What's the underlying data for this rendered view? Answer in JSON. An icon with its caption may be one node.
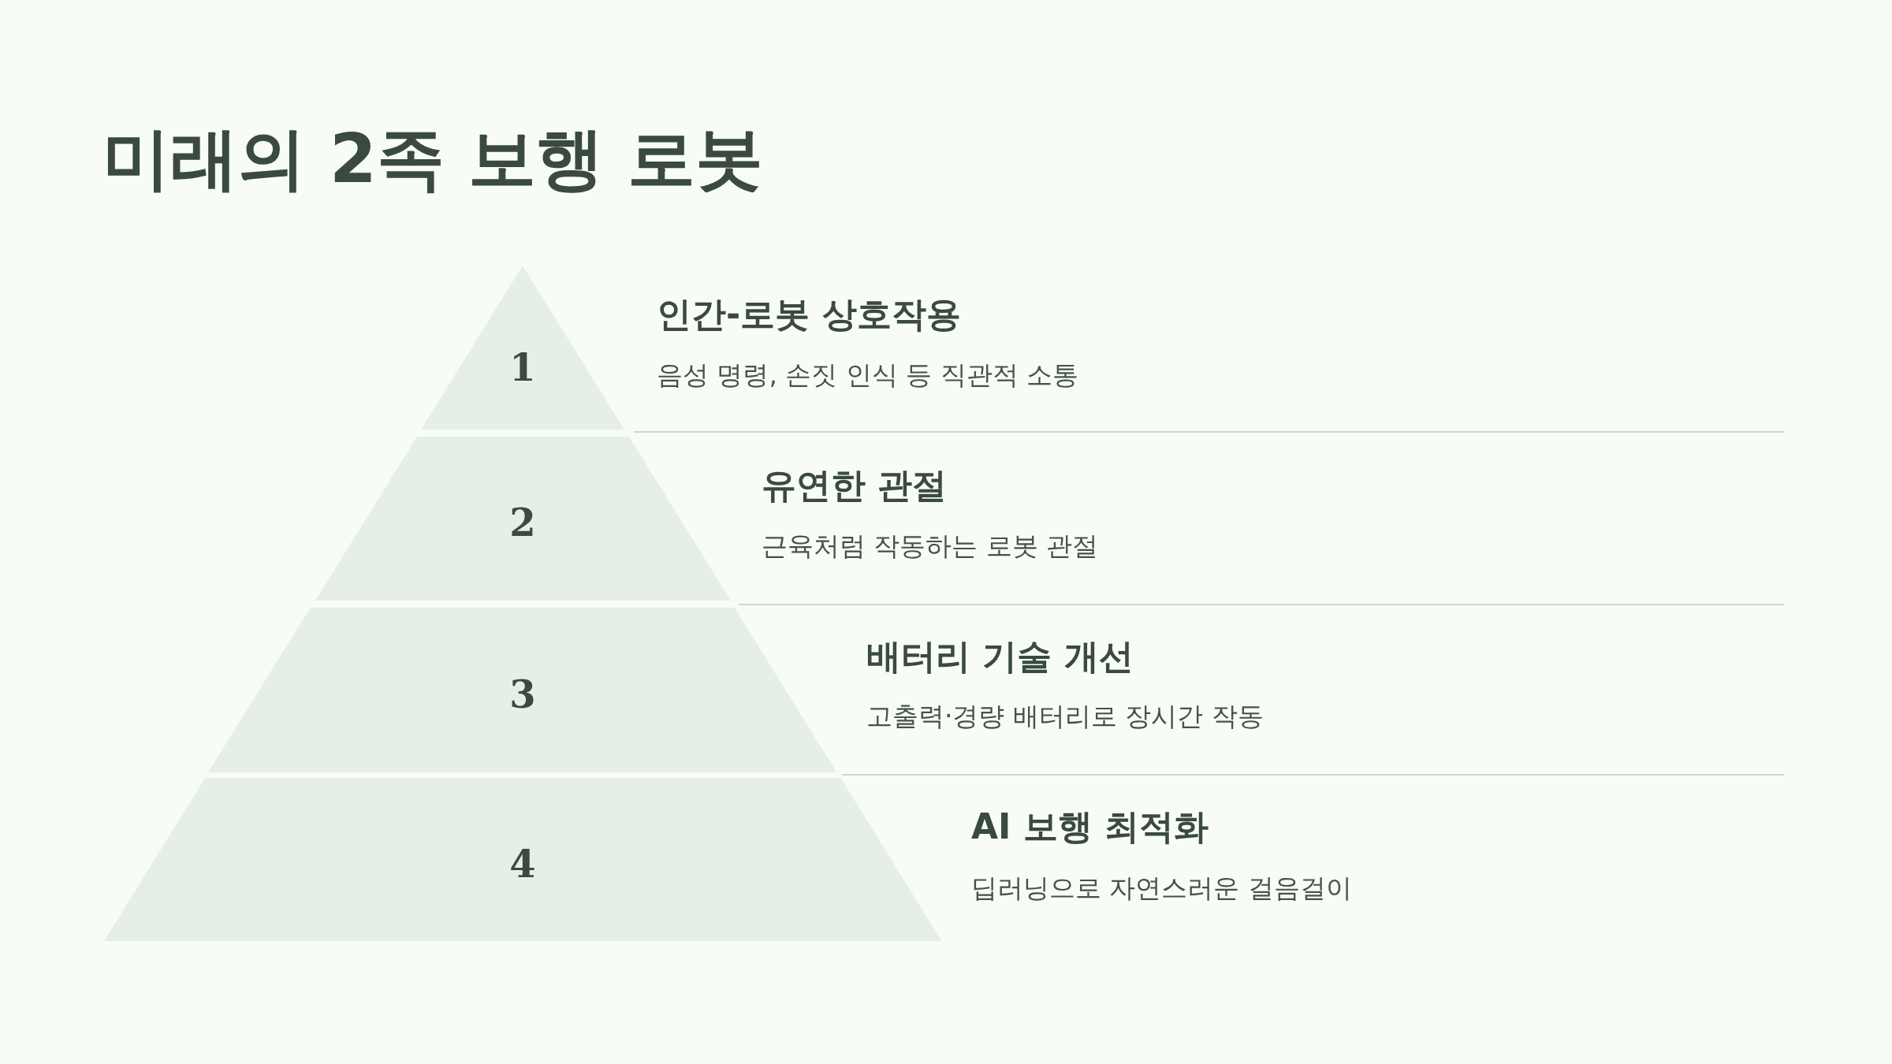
{
  "diagram": {
    "title": "미래의 2족 보행 로봇",
    "nodes": [
      {
        "text": [
          "1"
        ],
        "beside": [
          "인간-로봇 상호작용",
          "음성 명령, 손짓 인식 등 직관적 소통"
        ]
      },
      {
        "text": [
          "2"
        ],
        "beside": [
          "유연한 관절",
          "근육처럼 작동하는 로봇 관절"
        ]
      },
      {
        "text": [
          "3"
        ],
        "beside": [
          "배터리 기술 개선",
          "고출력·경량 배터리로 장시간 작동"
        ]
      },
      {
        "text": [
          "4"
        ],
        "beside": [
          "AI 보행 최적화",
          "딥러닝으로 자연스러운 걸음걸이"
        ]
      }
    ],
    "edges": []
  }
}
